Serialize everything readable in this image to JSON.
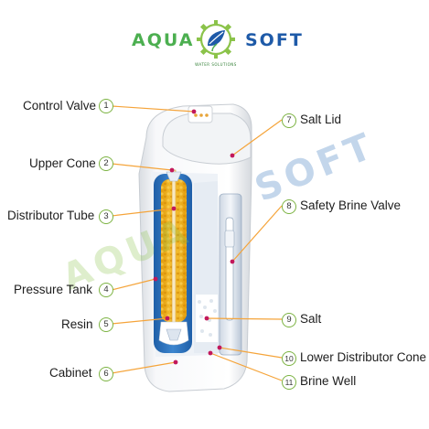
{
  "logo": {
    "left_word": "AQUA",
    "right_word": "SOFT",
    "tagline": "WATER SOLUTIONS",
    "colors": {
      "green": "#4caf50",
      "blue": "#1e5aa8"
    }
  },
  "watermark": {
    "left_word": "AQUA",
    "right_word": "SOFT"
  },
  "parts": [
    {
      "number": "1",
      "label": "Control Valve"
    },
    {
      "number": "2",
      "label": "Upper Cone"
    },
    {
      "number": "3",
      "label": "Distributor Tube"
    },
    {
      "number": "4",
      "label": "Pressure Tank"
    },
    {
      "number": "5",
      "label": "Resin"
    },
    {
      "number": "6",
      "label": "Cabinet"
    },
    {
      "number": "7",
      "label": "Salt Lid"
    },
    {
      "number": "8",
      "label": "Safety Brine Valve"
    },
    {
      "number": "9",
      "label": "Salt"
    },
    {
      "number": "10",
      "label": "Lower Distributor Cone"
    },
    {
      "number": "11",
      "label": "Brine Well"
    }
  ],
  "colors": {
    "leader_line": "#f5a43a",
    "leader_dot": "#c2185b",
    "badge_border": "#7cb342",
    "resin": "#f2b317",
    "tank_blue": "#2c6fb8"
  }
}
